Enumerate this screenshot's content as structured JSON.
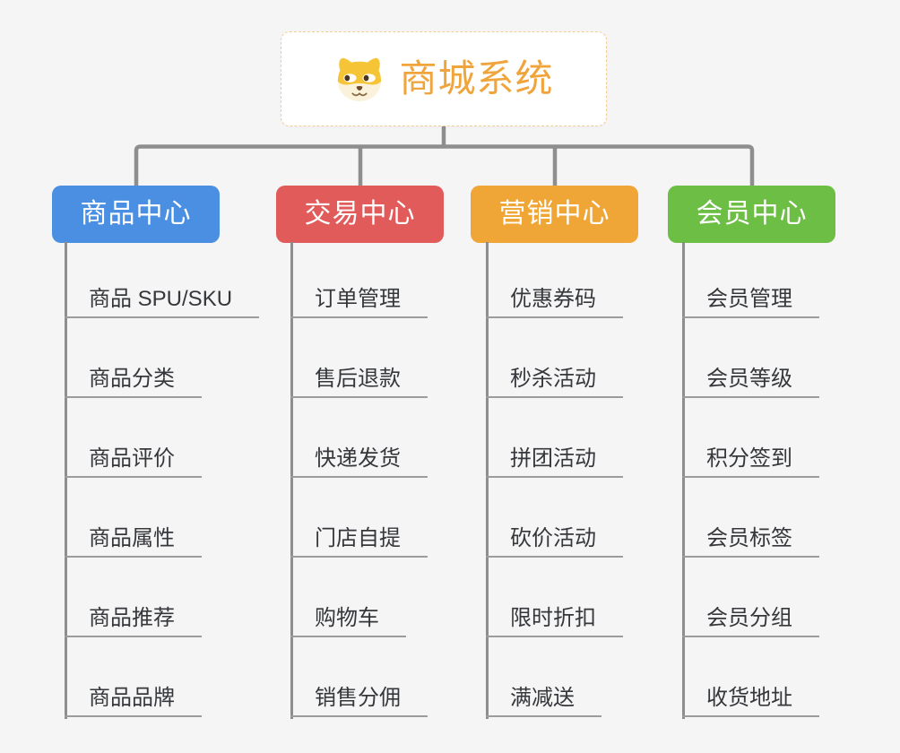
{
  "canvas": {
    "background": "#F5F5F6",
    "connector_color": "#8E8E8E",
    "underline_color": "#9C9C9C"
  },
  "root": {
    "title": "商城系统",
    "icon": "shiba-dog-icon",
    "text_color": "#F0A43C",
    "border_color": "#F1CE92"
  },
  "branches": [
    {
      "label": "商品中心",
      "color": "#4A8FE2",
      "children": [
        "商品 SPU/SKU",
        "商品分类",
        "商品评价",
        "商品属性",
        "商品推荐",
        "商品品牌"
      ]
    },
    {
      "label": "交易中心",
      "color": "#E25B5B",
      "children": [
        "订单管理",
        "售后退款",
        "快递发货",
        "门店自提",
        "购物车",
        "销售分佣"
      ]
    },
    {
      "label": "营销中心",
      "color": "#EFA637",
      "children": [
        "优惠券码",
        "秒杀活动",
        "拼团活动",
        "砍价活动",
        "限时折扣",
        "满减送"
      ]
    },
    {
      "label": "会员中心",
      "color": "#6DBE45",
      "children": [
        "会员管理",
        "会员等级",
        "积分签到",
        "会员标签",
        "会员分组",
        "收货地址"
      ]
    }
  ]
}
